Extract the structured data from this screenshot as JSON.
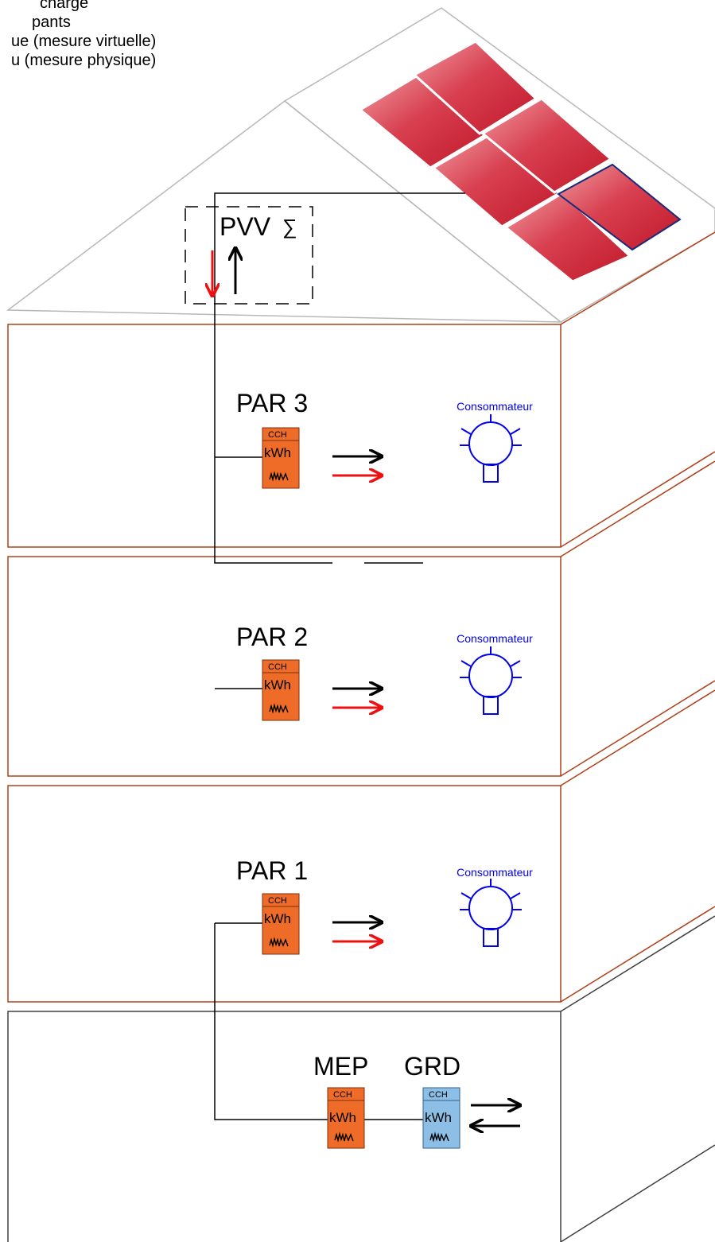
{
  "legend": {
    "line1": "charge",
    "line2": "pants",
    "line3": "ue (mesure virtuelle)",
    "line4": "u (mesure physique)"
  },
  "pvv": {
    "label": "PVV",
    "sum_symbol": "∑"
  },
  "floors": [
    {
      "label": "PAR 3",
      "consumer": "Consommateur"
    },
    {
      "label": "PAR 2",
      "consumer": "Consommateur"
    },
    {
      "label": "PAR 1",
      "consumer": "Consommateur"
    }
  ],
  "meter": {
    "cch": "CCH",
    "kwh": "kWh",
    "wave": "⩘⩗"
  },
  "ground": {
    "mep_label": "MEP",
    "grd_label": "GRD"
  },
  "colors": {
    "floor_outline": "#b0401a",
    "ground_outline": "#404040",
    "roof_outline": "#b8b8b8",
    "meter_orange": "#ee6c28",
    "meter_blue": "#8dbfe6",
    "consumer_blue": "#0000ee",
    "arrow_red": "#ee1111",
    "panel_red": "#cc2233"
  }
}
